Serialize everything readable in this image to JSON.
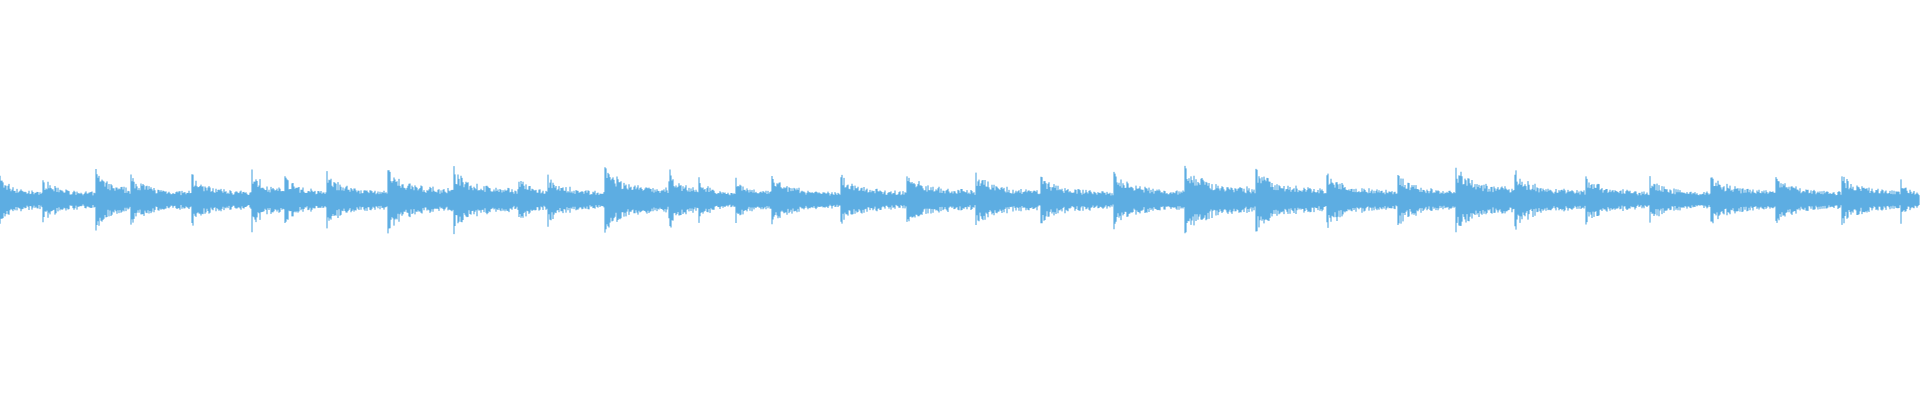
{
  "waveform": {
    "color": "#5DADE2",
    "background": "#ffffff",
    "note_onsets": [
      0.0,
      0.022,
      0.05,
      0.068,
      0.1,
      0.131,
      0.148,
      0.17,
      0.202,
      0.236,
      0.27,
      0.285,
      0.315,
      0.348,
      0.364,
      0.383,
      0.402,
      0.438,
      0.472,
      0.508,
      0.542,
      0.58,
      0.617,
      0.654,
      0.691,
      0.728,
      0.758,
      0.789,
      0.826,
      0.859,
      0.891,
      0.925,
      0.959,
      0.99
    ],
    "note_peaks": [
      0.55,
      0.5,
      0.75,
      0.55,
      0.55,
      0.75,
      0.6,
      0.6,
      0.7,
      0.7,
      0.62,
      0.55,
      0.75,
      0.78,
      0.52,
      0.55,
      0.52,
      0.55,
      0.62,
      0.62,
      0.55,
      0.6,
      0.78,
      0.7,
      0.62,
      0.6,
      0.78,
      0.62,
      0.55,
      0.5,
      0.58,
      0.55,
      0.6,
      0.5
    ]
  }
}
